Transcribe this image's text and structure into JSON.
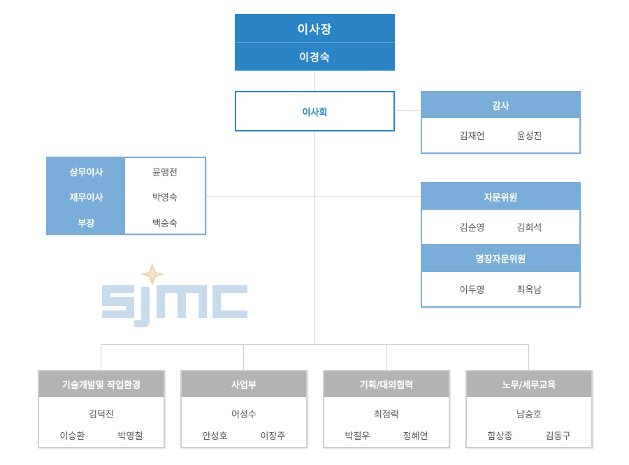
{
  "chairman": {
    "title": "이사장",
    "name": "이경숙"
  },
  "board": {
    "label": "이사회"
  },
  "auditor": {
    "title": "감사",
    "members": [
      "김재언",
      "윤성진"
    ]
  },
  "advisors": {
    "title": "자문위원",
    "members": [
      "김순영",
      "김희석"
    ]
  },
  "master_advisors": {
    "title": "명장자문위원",
    "members": [
      "이두영",
      "최옥남"
    ]
  },
  "executives": [
    {
      "role": "상무이사",
      "name": "윤맹전"
    },
    {
      "role": "재무이사",
      "name": "박영숙"
    },
    {
      "role": "부장",
      "name": "백승숙"
    }
  ],
  "logo": {
    "text": "SJMC",
    "color": "#c9dced",
    "star_color": "#e8c99a"
  },
  "departments": [
    {
      "title": "기술개발및 작업환경",
      "lead": "김덕진",
      "members": [
        "이승환",
        "박영철"
      ]
    },
    {
      "title": "사업부",
      "lead": "어성수",
      "members": [
        "안성호",
        "이장주"
      ]
    },
    {
      "title": "기획/대외협력",
      "lead": "최점락",
      "members": [
        "박철우",
        "정혜연"
      ]
    },
    {
      "title": "노무/세무교육",
      "lead": "남승호",
      "members": [
        "함상종",
        "김동구"
      ]
    }
  ],
  "colors": {
    "primary": "#2a84c6",
    "secondary": "#7aaed8",
    "dept_header": "#b3b3b3",
    "connector": "#cfcfcf"
  }
}
